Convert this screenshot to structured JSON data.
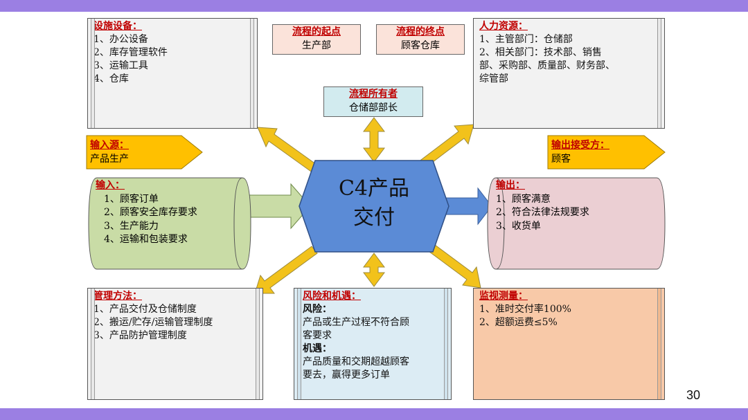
{
  "facilities": {
    "title": "设施设备：",
    "items": [
      "1、办公设备",
      "2、库存管理软件",
      "3、运输工具",
      "4、仓库"
    ]
  },
  "process_start": {
    "title": "流程的起点",
    "value": "生产部"
  },
  "process_end": {
    "title": "流程的终点",
    "value": "顾客仓库"
  },
  "human": {
    "title": "人力资源：",
    "lines": [
      "1、主管部门：仓储部",
      "2、相关部门：技术部、销售",
      "部、采购部、质量部、财务部、",
      "综管部"
    ]
  },
  "owner": {
    "title": "流程所有者",
    "value": "仓储部部长"
  },
  "input_source": {
    "title": "输入源：",
    "value": "产品生产"
  },
  "output_receiver": {
    "title": "输出接受方：",
    "value": "顾客"
  },
  "input": {
    "title": "输入：",
    "items": [
      "1、顾客订单",
      "2、顾客安全库存要求",
      "3、生产能力",
      "4、运输和包装要求"
    ]
  },
  "center": {
    "line1": "C4产品",
    "line2": "交付"
  },
  "output": {
    "title": "输出：",
    "items": [
      "1、顾客满意",
      "2、符合法律法规要求",
      "3、收货单"
    ]
  },
  "management": {
    "title": "管理方法：",
    "items": [
      "1、产品交付及仓储制度",
      "2、搬运/贮存/运输管理制度",
      "3、产品防护管理制度"
    ]
  },
  "risk": {
    "title": "风险和机遇：",
    "risk_label": "风险：",
    "risk_lines": [
      "产品或生产过程不符合顾",
      "客要求"
    ],
    "opp_label": "机遇：",
    "opp_lines": [
      "产品质量和交期超越顾客",
      "要去，赢得更多订单"
    ]
  },
  "monitor": {
    "title": "监视测量：",
    "items": [
      "1、准时交付率100%",
      "2、超额运费≤5%"
    ]
  },
  "page_number": "30",
  "colors": {
    "band": "#9b7fe3",
    "center": "#5b8bd6",
    "arrow": "#f2c21b",
    "input": "#c9dca6",
    "output": "#ebcfd3",
    "monitor": "#f8c9a8",
    "risk": "#dcecf4",
    "tag": "#ffc000",
    "mini_pink": "#fbe3da",
    "mini_blue": "#d2ebef"
  }
}
